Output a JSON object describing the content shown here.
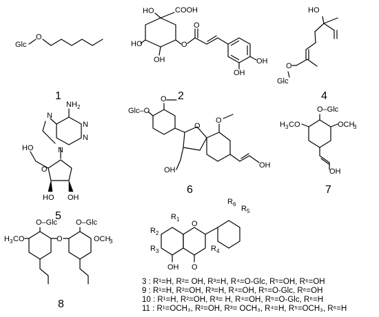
{
  "numbers": {
    "c1": "1",
    "c2": "2",
    "c4": "4",
    "c5": "5",
    "c6": "6",
    "c7": "7",
    "c8": "8"
  },
  "atoms": {
    "glc": "Glc",
    "o": "O",
    "ho": "HO",
    "oh": "OH",
    "cooh": "COOH",
    "nh2": "NH",
    "nh2_sub": "2",
    "n": "N",
    "och3": "OCH",
    "h3co": "H",
    "och3_sub": "3",
    "h3co_sub": "3",
    "h3co_tail": "CO",
    "o_glc": "O–Glc",
    "glc_o": "Glc–O",
    "r": "R",
    "r1": "1",
    "r2": "2",
    "r3": "3",
    "r4": "4",
    "r5": "5",
    "r6": "6"
  },
  "legend": [
    {
      "id": "3",
      "text": "3 :  R¹=H,  R²= OH,  R³=H,  R⁴=O-Glc,  R⁵=OH,  R⁶=OH"
    },
    {
      "id": "9",
      "text": "9 :  R¹=H,  R²=OH,  R³=H,  R⁴=OH,  R⁵=O-Glc,  R⁶=OH"
    },
    {
      "id": "10",
      "text": "10 :  R¹=H,  R²=OH,  R³= H,  R⁴=OH,  R⁵=O-Glc,  R⁶=H"
    },
    {
      "id": "11",
      "text": "11 :  R¹=OCH₃,  R²=OH,  R³= OCH₃,  R⁴=H,  R⁵=OCH₃,  R⁶=H"
    }
  ]
}
